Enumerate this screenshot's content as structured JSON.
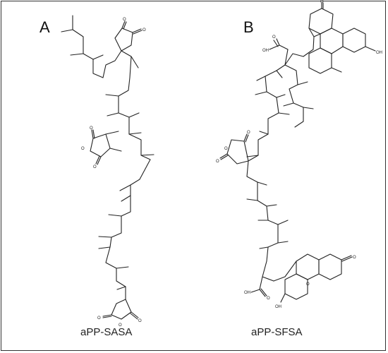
{
  "panels": [
    {
      "letter": "A",
      "caption": "aPP-SASA"
    },
    {
      "letter": "B",
      "caption": "aPP-SFSA"
    }
  ],
  "atom_labels": {
    "oxygen": "O",
    "hydroxyl": "OH"
  },
  "colors": {
    "bond": "#222222",
    "frame": "#333333",
    "background": "#ffffff"
  }
}
